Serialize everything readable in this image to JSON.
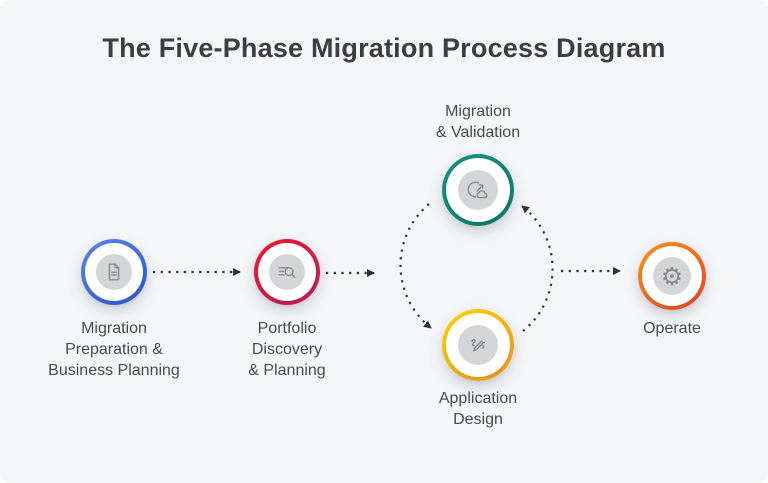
{
  "title": "The Five-Phase Migration Process Diagram",
  "nodes": [
    {
      "name": "migration-preparation",
      "label": "Migration\nPreparation &\nBusiness Planning",
      "icon": "document-icon",
      "ring_colors": [
        "#5C86EC",
        "#2B5AD6"
      ]
    },
    {
      "name": "portfolio-discovery",
      "label": "Portfolio\nDiscovery\n& Planning",
      "icon": "list-search-icon",
      "ring_colors": [
        "#F2182B",
        "#C01D60"
      ]
    },
    {
      "name": "migration-validation",
      "label": "Migration\n& Validation",
      "icon": "cloud-sync-icon",
      "ring_colors": [
        "#17947E",
        "#0C7F6C"
      ]
    },
    {
      "name": "application-design",
      "label": "Application\nDesign",
      "icon": "design-pencil-icon",
      "ring_colors": [
        "#FFD400",
        "#F2991C"
      ]
    },
    {
      "name": "operate",
      "label": "Operate",
      "icon": "gear-icon",
      "glyph": "⚙",
      "ring_colors": [
        "#F7941E",
        "#EB4823"
      ]
    }
  ],
  "colors": {
    "background": "#F5F6F8",
    "title_text": "#3E3E3E",
    "label_text": "#4A4A4A",
    "connector": "#333333",
    "icon_bubble": "#D4D5D7",
    "icon_glyph": "#8A8A8A"
  }
}
